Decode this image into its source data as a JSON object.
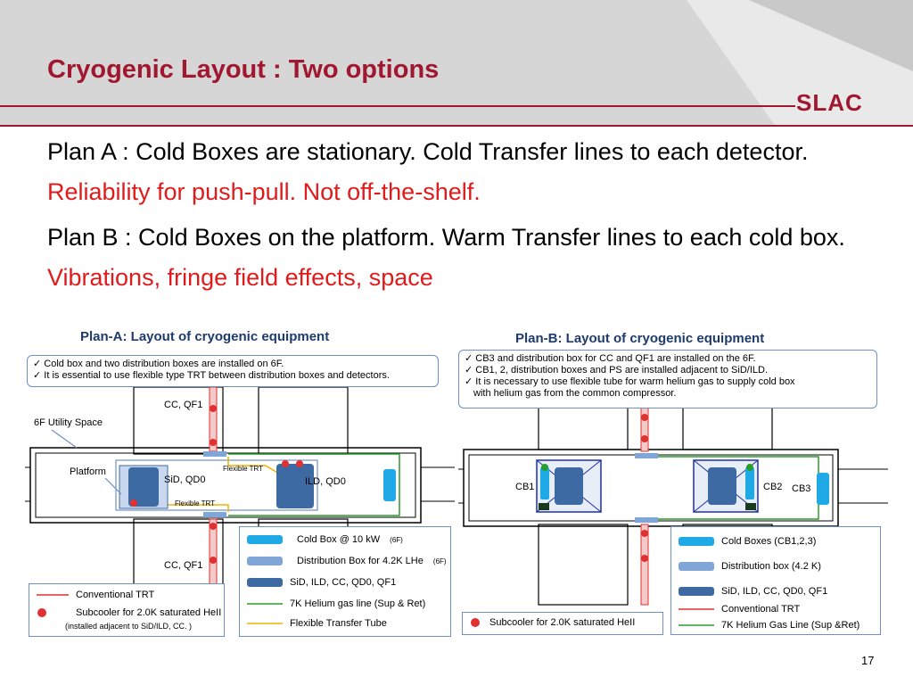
{
  "slide": {
    "title": "Cryogenic Layout : Two options",
    "logo": "SLAC",
    "page_number": "17",
    "bullets": [
      {
        "plain": "Plan A : Cold Boxes are stationary. Cold Transfer lines to each detector. ",
        "red": "Reliability for push-pull. Not off-the-shelf."
      },
      {
        "plain": "Plan B : Cold Boxes on the platform. Warm Transfer lines to each cold box. ",
        "red": "Vibrations, fringe field effects, space"
      }
    ]
  },
  "plan_a": {
    "title": "Plan-A: Layout of cryogenic equipment",
    "notes": [
      "✓ Cold box and two distribution boxes are installed on 6F.",
      "✓ It is essential to use  flexible type TRT between distribution boxes and detectors."
    ],
    "labels": {
      "utility": "6F Utility Space",
      "platform": "Platform",
      "cc_top": "CC, QF1",
      "cc_bottom": "CC, QF1",
      "sid": "SiD, QD0",
      "ild": "ILD, QD0",
      "flex1": "Flexible TRT",
      "flex2": "Flexible TRT"
    },
    "legend_left": {
      "conventional": "Conventional TRT",
      "subcooler": "Subcooler for 2.0K saturated HeII",
      "subcooler_note": "(installed adjacent to SiD/ILD, CC. )"
    },
    "legend_right": {
      "cold_box": "Cold Box @ 10 kW",
      "cold_box_sup": "(6F)",
      "dist_box": "Distribution Box for 4.2K LHe",
      "dist_box_sup": "(6F)",
      "detectors": "SiD, ILD, CC, QD0, QF1",
      "helium": "7K Helium gas line (Sup & Ret)",
      "flex": "Flexible Transfer Tube"
    }
  },
  "plan_b": {
    "title": "Plan-B: Layout of cryogenic equipment",
    "notes": [
      "✓ CB3 and distribution box for CC and QF1 are installed on the 6F.",
      "✓ CB1, 2, distribution boxes and PS are installed adjacent to SiD/ILD.",
      "✓ It is necessary to use flexible tube for warm helium gas to supply cold box",
      "with helium gas from the common compressor."
    ],
    "labels": {
      "cb1": "CB1",
      "cb2": "CB2",
      "cb3": "CB3"
    },
    "legend_left": {
      "subcooler": "Subcooler for 2.0K saturated HeII"
    },
    "legend_right": {
      "cold_boxes": "Cold Boxes (CB1,2,3)",
      "dist_box": "Distribution box (4.2 K)",
      "detectors": "SiD, ILD, CC, QD0, QF1",
      "conventional": "Conventional  TRT",
      "helium": "7K Helium Gas Line (Sup &Ret)"
    }
  },
  "colors": {
    "brand": "#a0172f",
    "accent_red": "#e01b1b",
    "cold_box": "#1fa9e6",
    "dist_box": "#7fa6d6",
    "detector": "#3e6aa3",
    "helium": "#2a9d2a",
    "flex": "#f0b400",
    "trt": "#e03030"
  }
}
